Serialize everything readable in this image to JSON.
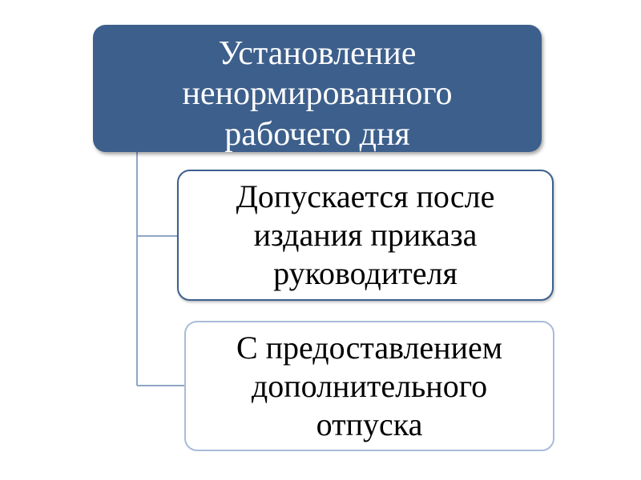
{
  "diagram": {
    "root": {
      "lines": [
        "Установление",
        "ненормированного",
        "рабочего дня"
      ]
    },
    "children": [
      {
        "lines": [
          "Допускается после",
          "издания приказа",
          "руководителя"
        ]
      },
      {
        "lines": [
          "С предоставлением",
          "дополнительного",
          "отпуска"
        ]
      }
    ],
    "colors": {
      "root_fill": "#3d5f8c",
      "root_text": "#ffffff",
      "connector": "#8fa6c6",
      "child1_border": "#3d5f8c",
      "child2_border": "#a8bcd8"
    }
  }
}
